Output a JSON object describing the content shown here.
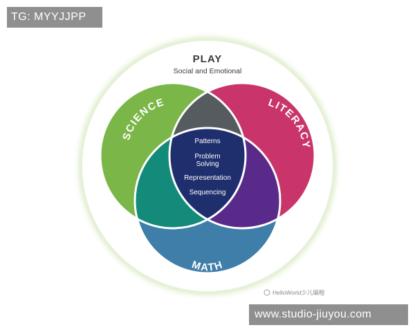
{
  "watermark_tag": "TG: MYYJJPP",
  "watermark_url": "www.studio-jiuyou.com",
  "watermark_source": "HelloWorld少儿编程",
  "diagram": {
    "outer_label": "PLAY",
    "outer_sublabel": "Social and Emotional",
    "circles": {
      "science": "SCIENCE",
      "literacy": "LITERACY",
      "math": "MATH"
    },
    "center_items": [
      "Patterns",
      "Problem",
      "Solving",
      "Representation",
      "Sequencing"
    ],
    "colors": {
      "science": "#7ab648",
      "literacy": "#c9356a",
      "math": "#3f7ea8",
      "science_literacy": "#555b5f",
      "science_math": "#138a7a",
      "literacy_math": "#5a2a8a",
      "center": "#1f2f6e",
      "ring": "#eef5e4"
    }
  }
}
